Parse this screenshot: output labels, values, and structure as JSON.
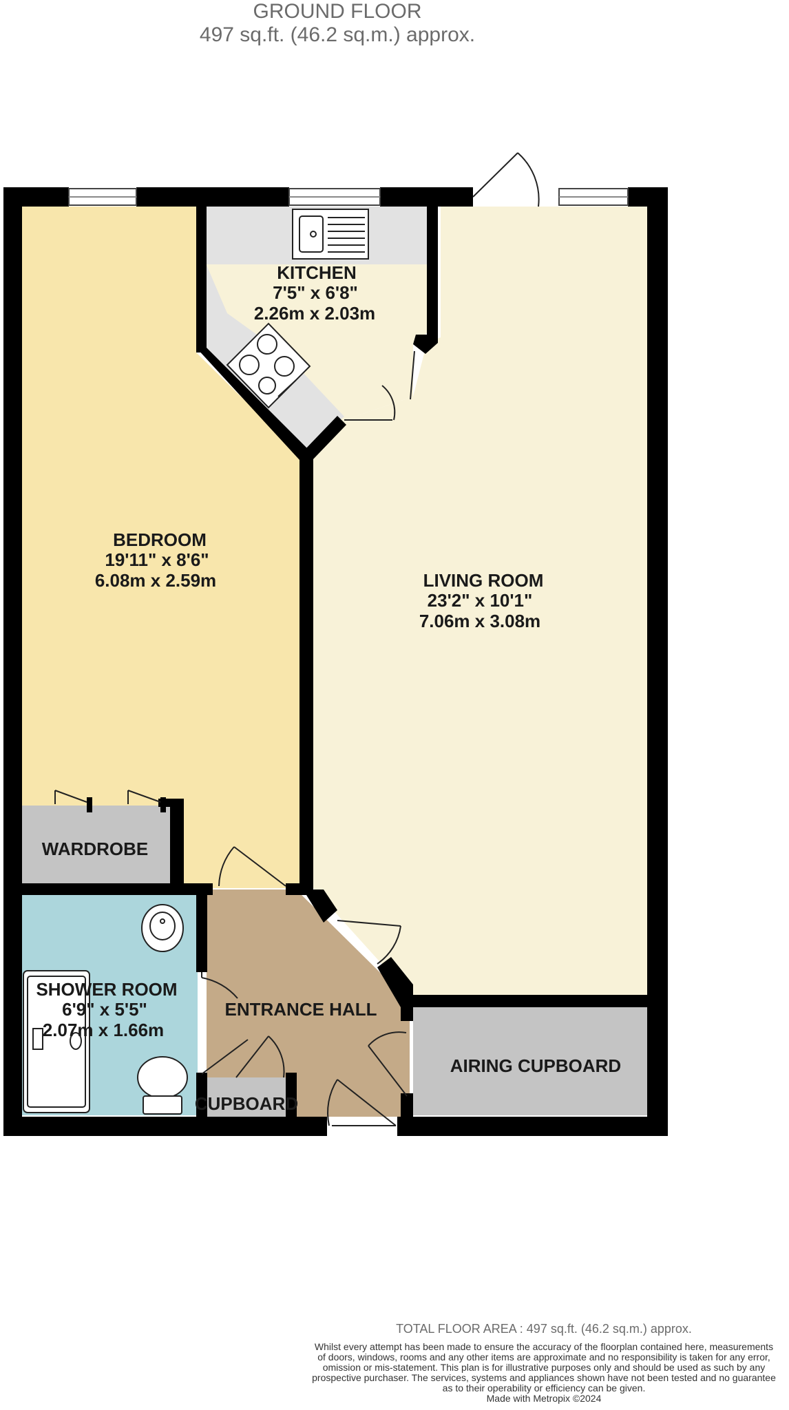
{
  "header": {
    "floor_title": "GROUND FLOOR",
    "floor_area": "497 sq.ft. (46.2 sq.m.) approx."
  },
  "rooms": {
    "kitchen": {
      "name": "KITCHEN",
      "imperial": "7'5\"  x 6'8\"",
      "metric": "2.26m  x 2.03m"
    },
    "bedroom": {
      "name": "BEDROOM",
      "imperial": "19'11\"  x 8'6\"",
      "metric": "6.08m  x 2.59m"
    },
    "living_room": {
      "name": "LIVING ROOM",
      "imperial": "23'2\"  x 10'1\"",
      "metric": "7.06m  x 3.08m"
    },
    "wardrobe": {
      "name": "WARDROBE"
    },
    "shower_room": {
      "name": "SHOWER ROOM",
      "imperial": "6'9\"  x 5'5\"",
      "metric": "2.07m  x 1.66m"
    },
    "entrance_hall": {
      "name": "ENTRANCE HALL"
    },
    "airing_cupboard": {
      "name": "AIRING CUPBOARD"
    },
    "cupboard": {
      "name": "CUPBOARD"
    }
  },
  "colors": {
    "wall": "#000000",
    "bedroom": "#f8e6ac",
    "living": "#f8f2d8",
    "kitchen_floor": "#f8f2d8",
    "kitchen_counter": "#e2e2e2",
    "cupboard": "#c4c4c4",
    "hall": "#c4aa88",
    "shower": "#acd6dc"
  },
  "footer": {
    "total_area": "TOTAL FLOOR AREA : 497 sq.ft. (46.2 sq.m.) approx.",
    "disclaimer": [
      "Whilst every attempt has been made to ensure the accuracy of the floorplan contained here, measurements",
      "of doors, windows, rooms and any other items are approximate and no responsibility is taken for any error,",
      "omission or mis-statement. This plan is for illustrative purposes only and should be used as such by any",
      "prospective purchaser. The services, systems and appliances shown have not been tested and no guarantee",
      "as to their operability or efficiency can be given."
    ],
    "credit": "Made with Metropix ©2024"
  }
}
